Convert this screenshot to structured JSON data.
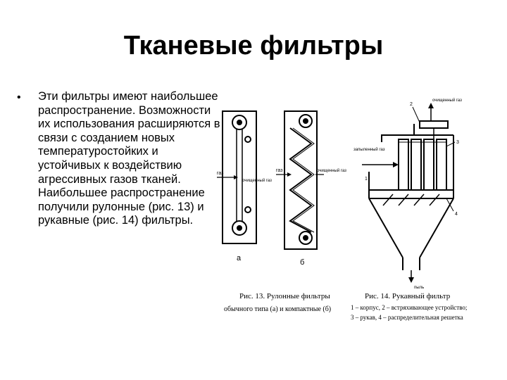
{
  "slide": {
    "title": "Тканевые фильтры",
    "bullet_symbol": "•",
    "body_text": "Эти фильтры имеют наибольшее распространение. Возможности их использования расширяются в связи с созданием новых температуростойких и устойчивых к воздействию агрессивных газов тканей. Наибольшее распространение получили рулонные (рис. 13) и рукавные (рис. 14) фильтры."
  },
  "figure_13": {
    "label_gas_in_a": "газ",
    "label_gas_in_b": "газ",
    "label_clean_gas_a": "очищенный газ",
    "label_clean_gas_b": "очищенный газ",
    "sub_a": "а",
    "sub_b": "б",
    "caption_line1": "Рис. 13. Рулонные фильтры",
    "caption_line2": "обычного типа (а) и компактные (б)"
  },
  "figure_14": {
    "label_clean_gas": "очищенный газ",
    "label_dirty_gas": "запыленный газ",
    "label_dust": "пыль",
    "num_1": "1",
    "num_2": "2",
    "num_3": "3",
    "num_4": "4",
    "caption_line1": "Рис. 14. Рукавный фильтр",
    "caption_line2": "1 – корпус, 2 – встряхивающее устройство;",
    "caption_line3": "3 – рукав, 4 – распределительная решетка"
  }
}
